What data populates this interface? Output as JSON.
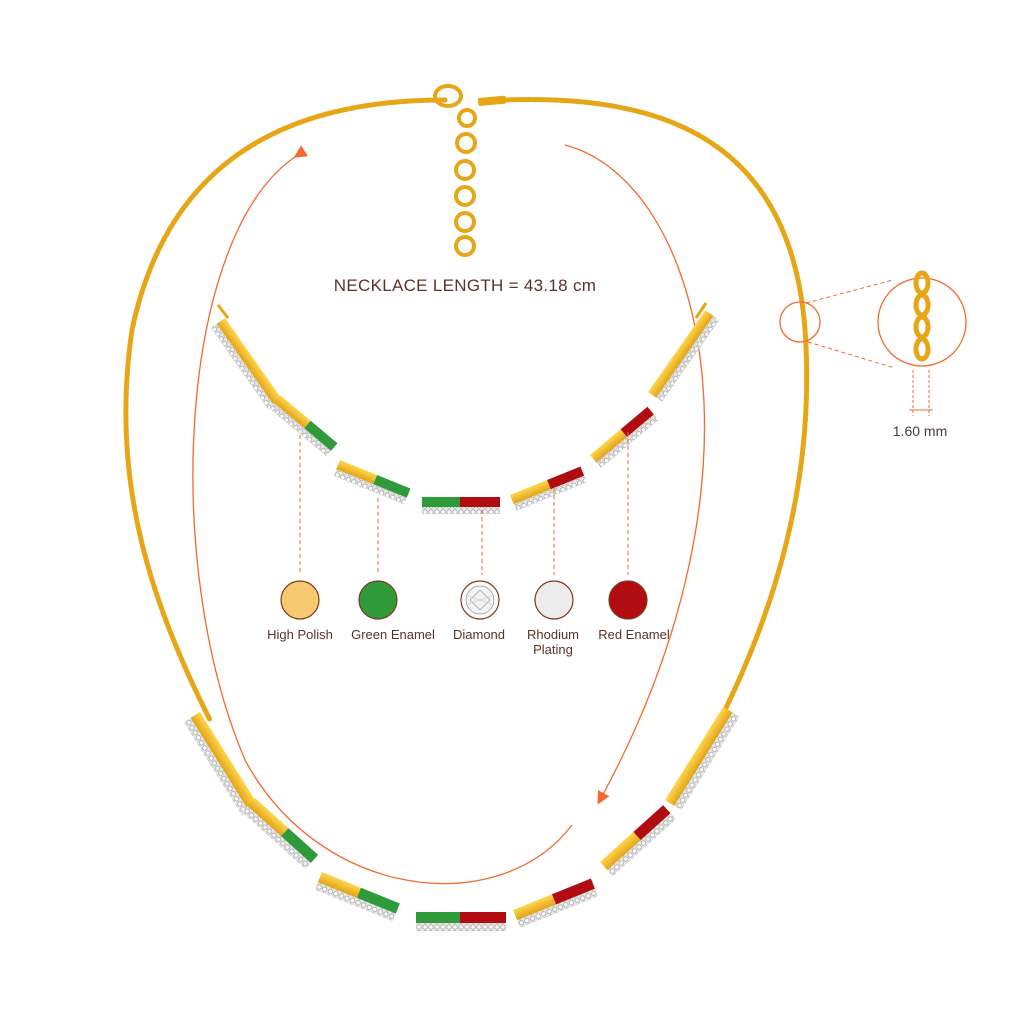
{
  "title": "NECKLACE LENGTH = 43.18 cm",
  "chain_thickness_label": "1.60 mm",
  "legend": [
    {
      "label": "High Polish",
      "color": "#f6c970"
    },
    {
      "label": "Green Enamel",
      "color": "#2f9a3a"
    },
    {
      "label": "Diamond",
      "color": "#ffffff"
    },
    {
      "label": "Rhodium Plating",
      "color": "#ececec"
    },
    {
      "label": "Red Enamel",
      "color": "#b10d10"
    }
  ],
  "colors": {
    "gold": "#f0b623",
    "gold_dark": "#c98a12",
    "arrow": "#f26a2c",
    "text": "#5a3328"
  }
}
